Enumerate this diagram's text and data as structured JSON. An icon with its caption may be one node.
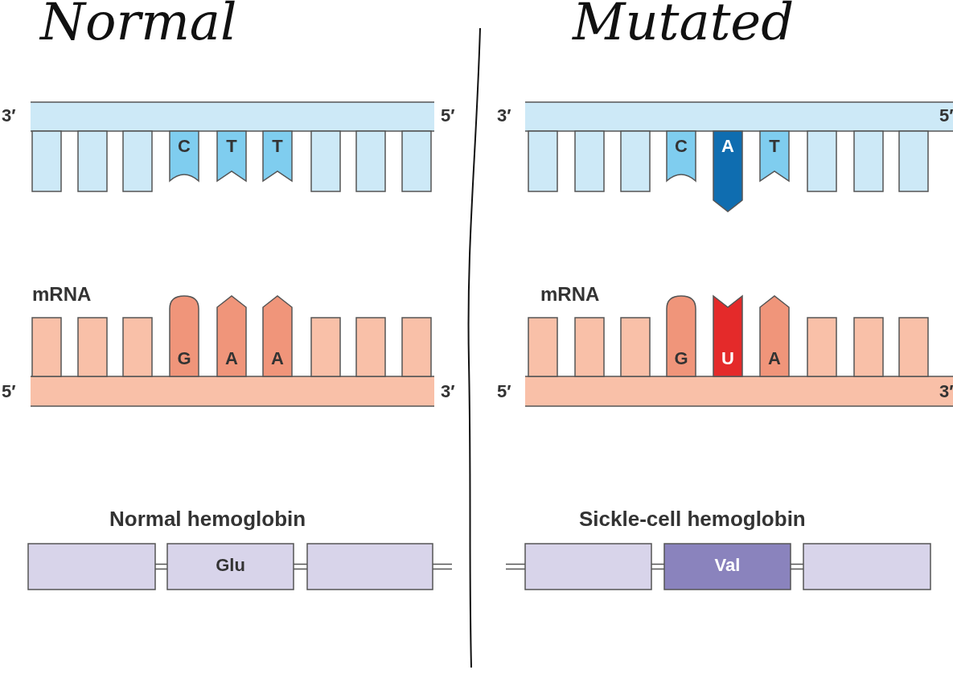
{
  "diagram": {
    "nodes": [
      {
        "text": [],
        "shape": "bar"
      },
      {
        "text": [],
        "shape": "box"
      },
      {
        "text": [],
        "shape": "box"
      },
      {
        "text": [],
        "shape": "box"
      },
      {
        "text": [
          "C"
        ]
      },
      {
        "text": [
          "T"
        ]
      },
      {
        "text": [
          "T"
        ]
      },
      {
        "text": [],
        "shape": "box"
      },
      {
        "text": [],
        "shape": "box"
      },
      {
        "text": [],
        "shape": "box"
      },
      {
        "text": [],
        "shape": "bar"
      },
      {
        "text": [],
        "shape": "box"
      },
      {
        "text": [],
        "shape": "box"
      },
      {
        "text": [],
        "shape": "box"
      },
      {
        "text": [
          "G"
        ]
      },
      {
        "text": [
          "A"
        ]
      },
      {
        "text": [
          "A"
        ]
      },
      {
        "text": [],
        "shape": "box"
      },
      {
        "text": [],
        "shape": "box"
      },
      {
        "text": [],
        "shape": "box"
      },
      {
        "text": [],
        "shape": "box"
      },
      {
        "text": [
          "Glu"
        ]
      },
      {
        "text": [],
        "shape": "box"
      },
      {
        "text": [],
        "shape": "bar"
      },
      {
        "text": [],
        "shape": "box"
      },
      {
        "text": [],
        "shape": "box"
      },
      {
        "text": [],
        "shape": "box"
      },
      {
        "text": [
          "C"
        ]
      },
      {
        "text": [
          "A"
        ]
      },
      {
        "text": [
          "T"
        ]
      },
      {
        "text": [],
        "shape": "box"
      },
      {
        "text": [],
        "shape": "box"
      },
      {
        "text": [],
        "shape": "box"
      },
      {
        "text": [],
        "shape": "bar"
      },
      {
        "text": [],
        "shape": "box"
      },
      {
        "text": [],
        "shape": "box"
      },
      {
        "text": [],
        "shape": "box"
      },
      {
        "text": [
          "G"
        ]
      },
      {
        "text": [
          "U"
        ]
      },
      {
        "text": [
          "A"
        ]
      },
      {
        "text": [],
        "shape": "box"
      },
      {
        "text": [],
        "shape": "box"
      },
      {
        "text": [],
        "shape": "box"
      },
      {
        "text": [],
        "shape": "box"
      },
      {
        "text": [
          "Val"
        ]
      },
      {
        "text": [],
        "shape": "box"
      }
    ],
    "edges": [
      {
        "from": 20,
        "to": 21,
        "arrow": "none"
      },
      {
        "from": 21,
        "to": 22,
        "arrow": "none"
      },
      {
        "from": 22,
        "to": null,
        "arrow": "none"
      },
      {
        "from": null,
        "to": 43,
        "arrow": "none"
      },
      {
        "from": 43,
        "to": 44,
        "arrow": "none"
      },
      {
        "from": 44,
        "to": 45,
        "arrow": "none"
      }
    ],
    "labels": [
      "Normal",
      "Mutated",
      "3′",
      "5′",
      "3′",
      "5′",
      "mRNA",
      "mRNA",
      "5′",
      "3′",
      "5′",
      "3′",
      "Normal hemoglobin",
      "Sickle-cell hemoglobin"
    ]
  }
}
